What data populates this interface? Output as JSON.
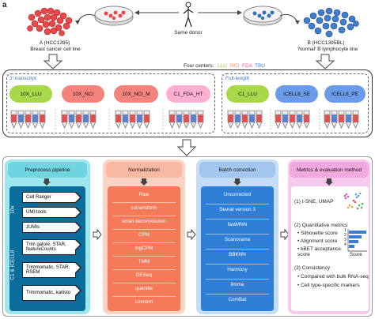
{
  "panel_letter": "a",
  "top": {
    "sample_a_title": "A (HCC1395)",
    "sample_a_desc": "Breast cancer cell line",
    "donor_label": "Same donor",
    "sample_b_title": "B (HCC1395BL)",
    "sample_b_desc": "'Normal' B lymphocyte line"
  },
  "centers": {
    "label": "Four centers:",
    "items": [
      {
        "name": "LLU",
        "color": "#9acd32"
      },
      {
        "name": "NCI",
        "color": "#ff7f50"
      },
      {
        "name": "FDA",
        "color": "#ff4fa3"
      },
      {
        "name": "TBU",
        "color": "#3a7bd5"
      }
    ]
  },
  "three_prime": {
    "title": "3'-transcript",
    "pills": [
      {
        "label": "10X_LLU",
        "color": "#a8d84a"
      },
      {
        "label": "10X_NCI",
        "color": "#f4837d"
      },
      {
        "label": "10X_NCI_M",
        "color": "#f4837d"
      },
      {
        "label": "C1_FDA_HT",
        "color": "#ffb0d2"
      }
    ]
  },
  "full_length": {
    "title": "Full-length",
    "pills": [
      {
        "label": "C1_LLU",
        "color": "#a8d84a"
      },
      {
        "label": "ICELL8_SE",
        "color": "#6b9be8"
      },
      {
        "label": "ICELL8_PE",
        "color": "#6b9be8"
      }
    ]
  },
  "preprocess": {
    "title": "Preprocess pipeline",
    "group_10x": "10x",
    "group_c1": "C1 & ICELL8",
    "items_10x": [
      "Cell Ranger",
      "UMI-tools",
      "zUMIs"
    ],
    "items_c1": [
      "Trim galore, STAR, featureCounts",
      "Trimmomatic, STAR, RSEM",
      "Trimmomatic, kallisto"
    ]
  },
  "normalization": {
    "title": "Normalization",
    "items": [
      "Raw",
      "sctransform",
      "scran deconvolution",
      "CPM",
      "logCPM",
      "TMM",
      "DESeq",
      "quantile",
      "Linnorm"
    ]
  },
  "batch": {
    "title": "Batch correction",
    "items": [
      "Uncorrected",
      "Seurat version 3",
      "fastMNN",
      "Scanorama",
      "BBKNN",
      "Harmony",
      "limma",
      "ComBat"
    ]
  },
  "metrics": {
    "title": "Metrics & evaluation method",
    "section1": "(1) t-SNE, UMAP",
    "section2": "(2) Quantitative metrics",
    "quant_items": [
      "Silhouette score",
      "Alignment score",
      "kBET acceptance score"
    ],
    "score_label": "Score",
    "score_ticks": [
      "1",
      "2",
      "3",
      "4"
    ],
    "section3": "(3) Consistency",
    "consistency_items": [
      "Compared with bulk RNA-seq",
      "Cell type-specific markers"
    ]
  },
  "colors": {
    "preprocess_bg": "#9ee6ee",
    "preprocess_head": "#6fd3e0",
    "norm_bg": "#fbd3c4",
    "norm_head": "#f8b8a2",
    "batch_bg": "#c4dcf5",
    "batch_head": "#a2c6ee",
    "metrics_bg": "#f7c9ec",
    "metrics_head": "#f0a9e0"
  }
}
